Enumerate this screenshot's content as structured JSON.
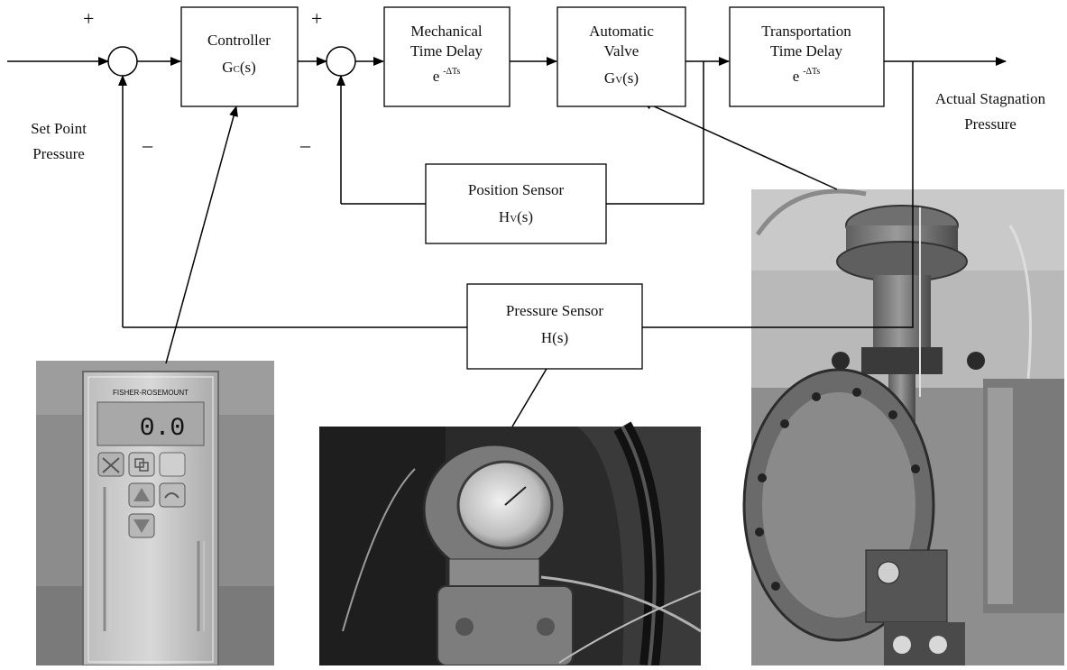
{
  "signs": {
    "plus": "+",
    "minus": "–"
  },
  "inputs": {
    "set_point_line1": "Set Point",
    "set_point_line2": "Pressure"
  },
  "outputs": {
    "actual_line1": "Actual Stagnation",
    "actual_line2": "Pressure"
  },
  "blocks": {
    "controller": {
      "line1": "Controller",
      "tf_base": "G",
      "tf_sub": "C",
      "tf_arg": "(s)"
    },
    "mech_delay": {
      "line1": "Mechanical",
      "line2": "Time Delay",
      "exp_base": "e",
      "exp_sup": "-ΔTs"
    },
    "valve": {
      "line1": "Automatic",
      "line2": "Valve",
      "tf_base": "G",
      "tf_sub": "V",
      "tf_arg": "(s)"
    },
    "trans_delay": {
      "line1": "Transportation",
      "line2": "Time Delay",
      "exp_base": "e",
      "exp_sup": "-ΔTs"
    },
    "position_sensor": {
      "line1": "Position Sensor",
      "tf_base": "H",
      "tf_sub": "V",
      "tf_arg": "(s)"
    },
    "pressure_sensor": {
      "line1": "Pressure Sensor",
      "tf": "H(s)"
    }
  },
  "photos": {
    "controller_unit": {
      "brand": "FISHER-ROSEMOUNT",
      "display": "0.0"
    },
    "pressure_transmitter": {},
    "valve_assembly": {}
  }
}
